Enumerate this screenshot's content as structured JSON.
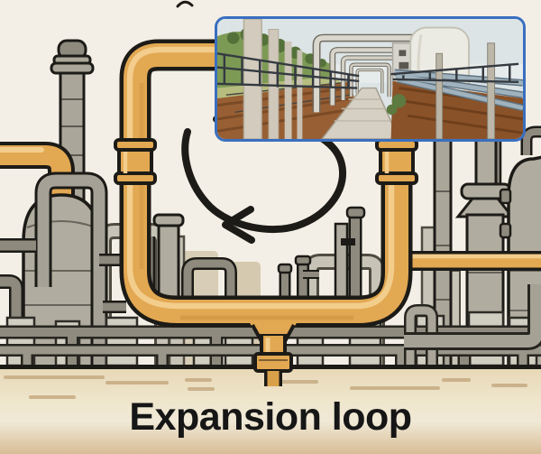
{
  "caption": {
    "text": "Expansion loop"
  },
  "icons": {
    "rotation_arrow": "circular-rotation-arrow",
    "inset_photo": "pipeline-expansion-loops-photo"
  },
  "colors": {
    "background": "#f4efe6",
    "pipe_yellow": "#e2a852",
    "pipe_highlight": "#f2cd8c",
    "pipe_shadow": "#cf9240",
    "outline": "#1c1b17",
    "equipment_gray": "#b0ac9f",
    "equipment_dark": "#8e8a7e",
    "equipment_light": "#c7c3b6",
    "ground_tan": "#e7d7b6",
    "ground_dash": "#c6ab82",
    "photo_border_blue": "#3a6fc0",
    "caption_color": "#161616"
  }
}
